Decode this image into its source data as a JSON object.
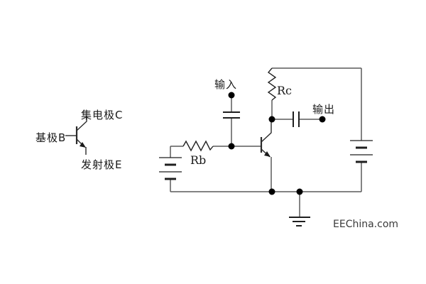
{
  "page": {
    "background_color": "#ffffff",
    "wire_color": "#5a5a5a",
    "component_color": "#1f1f1f",
    "watermark": "EEChina.com"
  },
  "legend": {
    "collector_label": "集电极C",
    "base_label": "基极B",
    "emitter_label": "发射极E"
  },
  "circuit": {
    "input_label": "输入",
    "output_label": "输出",
    "base_resistor_label": "Rb",
    "collector_resistor_label": "Rc"
  }
}
